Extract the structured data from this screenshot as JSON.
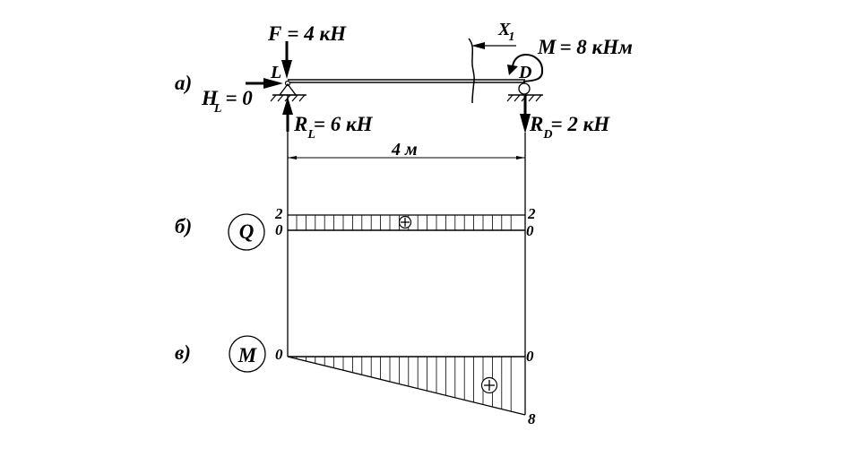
{
  "parts": {
    "a": "а)",
    "b": "б)",
    "v": "в)"
  },
  "loads": {
    "force_symbol": "F",
    "force_value": "= 4 кН",
    "moment_symbol": "M",
    "moment_value": "= 8 кНм",
    "hl_main": "H",
    "hl_sub": "L",
    "hl_value": "= 0",
    "rl_main": "R",
    "rl_sub": "L",
    "rl_value": "= 6 кН",
    "rd_main": "R",
    "rd_sub": "D",
    "rd_value": "= 2 кН"
  },
  "points": {
    "left": "L",
    "right": "D"
  },
  "section": {
    "main": "X",
    "sub": "1"
  },
  "span": "4 м",
  "shear": {
    "circle_label": "Q",
    "left_top": "2",
    "left_zero": "0",
    "right_top": "2",
    "right_zero": "0",
    "sign": "+"
  },
  "bending": {
    "circle_label": "M",
    "left_zero": "0",
    "right_zero": "0",
    "right_value": "8",
    "sign": "+"
  }
}
